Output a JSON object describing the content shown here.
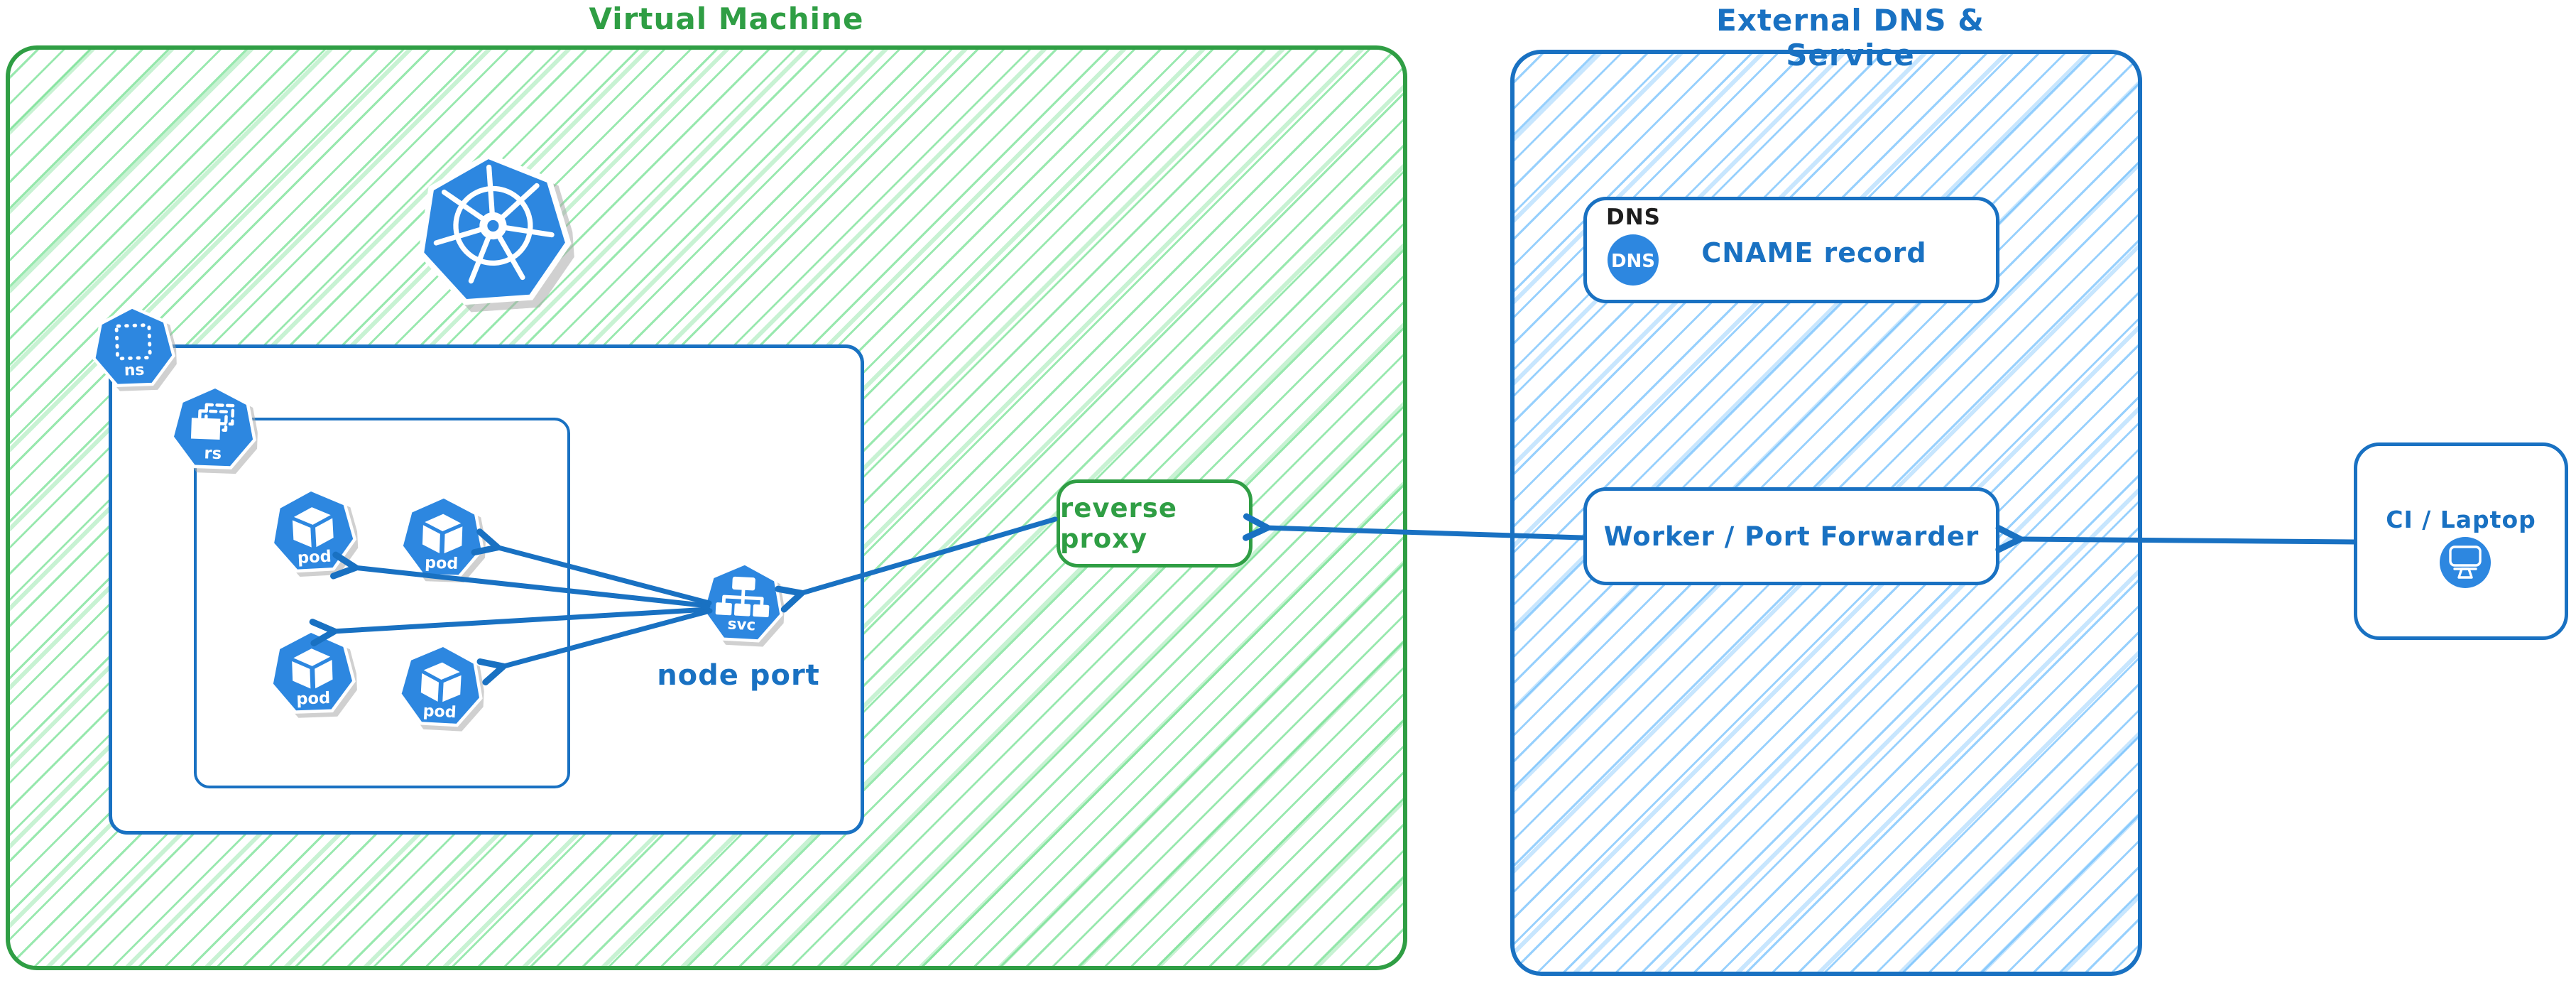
{
  "vm": {
    "title": "Virtual Machine",
    "node_port_label": "node port",
    "reverse_proxy_label": "reverse proxy",
    "namespace_icon_label": "ns",
    "replicaset_icon_label": "rs",
    "service_icon_label": "svc",
    "pod_labels": [
      "pod",
      "pod",
      "pod",
      "pod"
    ]
  },
  "external": {
    "title": "External DNS & Service",
    "dns_tag": "DNS",
    "dns_badge": "DNS",
    "cname_label": "CNAME record",
    "worker_label": "Worker / Port Forwarder"
  },
  "client": {
    "label": "CI / Laptop"
  },
  "icons": {
    "kubernetes_logo": "kubernetes-logo",
    "namespace": "namespace-heptagon",
    "replicaset": "replicaset-heptagon",
    "service": "service-heptagon",
    "pod": "pod-heptagon",
    "dns_badge": "dns-circle",
    "monitor_badge": "monitor-circle"
  },
  "colors": {
    "green": "#2f9e44",
    "green_hatch": "#6dde8c",
    "blue": "#1971c2",
    "blue_hatch": "#74c0fc",
    "icon_blue": "#2d87e0",
    "label_black": "#1e1e1e"
  }
}
